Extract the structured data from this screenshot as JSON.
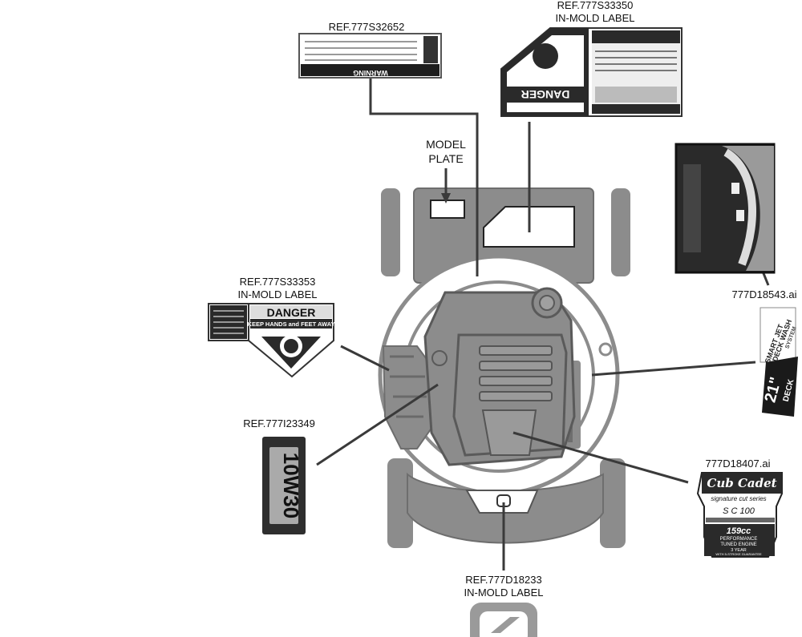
{
  "callouts": {
    "ref_32652": "REF.777S32652",
    "ref_33350": "REF.777S33350",
    "in_mold_33350": "IN-MOLD LABEL",
    "model_plate_1": "MODEL",
    "model_plate_2": "PLATE",
    "ref_33353": "REF.777S33353",
    "in_mold_33353": "IN-MOLD LABEL",
    "ref_23349": "REF.777I23349",
    "d18543": "777D18543.ai",
    "d18407": "777D18407.ai",
    "ref_d18233": "REF.777D18233",
    "in_mold_d18233": "IN-MOLD LABEL"
  },
  "labels": {
    "danger_word": "DANGER",
    "keep_away": "KEEP HANDS and FEET AWAY",
    "warning_word": "WARNING",
    "oil_grade": "10W30",
    "deck_size": "21\"",
    "deck_word": "DECK",
    "smart_jet_1": "SMART JET",
    "smart_jet_2": "DECK WASH",
    "smart_jet_3": "SYSTEM",
    "brand": "Cub Cadet",
    "series": "signature cut series",
    "model": "S C  100",
    "engine_cc": "159cc",
    "engine_line1": "PERFORMANCE",
    "engine_line2": "TUNED ENGINE",
    "warranty_line1": "3 YEAR",
    "warranty_line2": "WITH 5-STROKE GUARANTEE"
  },
  "colors": {
    "mower_body": "#8c8c8c",
    "mower_dark": "#5a5a5a",
    "leader_line": "#3a3a3a",
    "label_dark": "#222222"
  }
}
